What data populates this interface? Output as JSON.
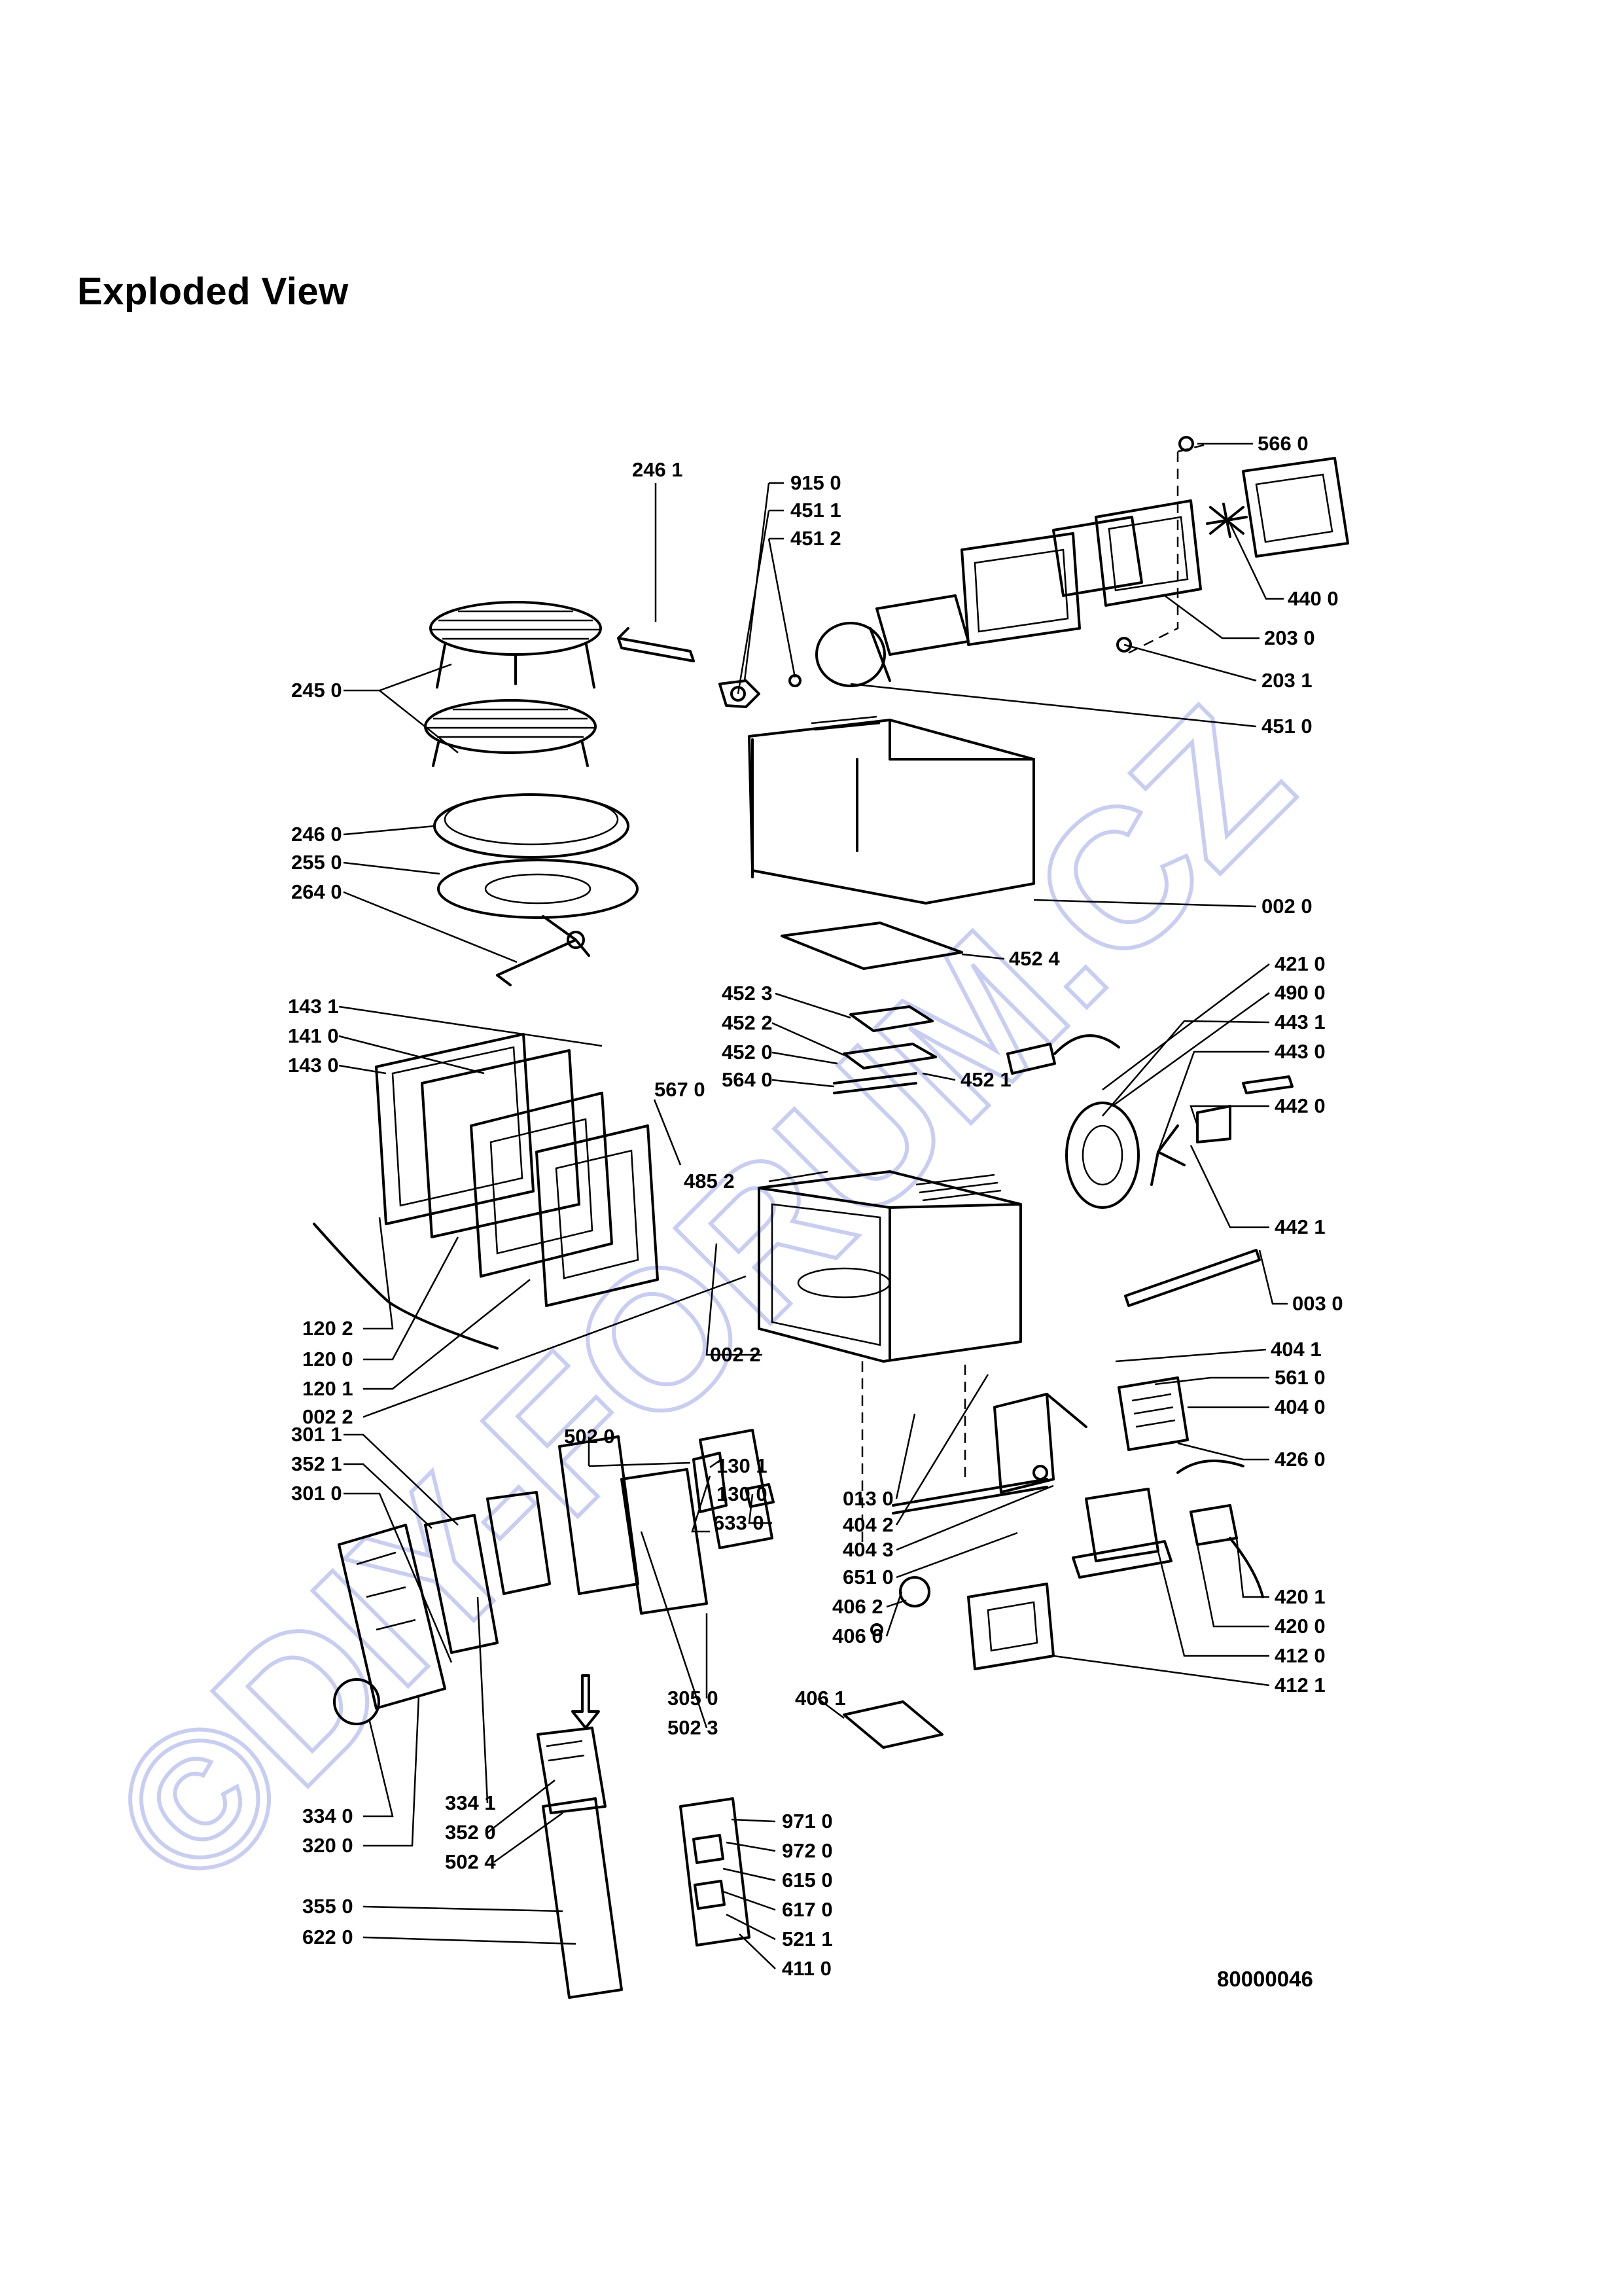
{
  "document": {
    "title": "Exploded View",
    "drawing_number": "80000046",
    "watermark": "©DIY-FORUM.CZ"
  },
  "callouts": [
    {
      "label": "246 1"
    },
    {
      "label": "915 0"
    },
    {
      "label": "451 1"
    },
    {
      "label": "451 2"
    },
    {
      "label": "566 0"
    },
    {
      "label": "440 0"
    },
    {
      "label": "203 0"
    },
    {
      "label": "203 1"
    },
    {
      "label": "451 0"
    },
    {
      "label": "245 0"
    },
    {
      "label": "246 0"
    },
    {
      "label": "255 0"
    },
    {
      "label": "264 0"
    },
    {
      "label": "002 0"
    },
    {
      "label": "452 4"
    },
    {
      "label": "421 0"
    },
    {
      "label": "490 0"
    },
    {
      "label": "443 1"
    },
    {
      "label": "443 0"
    },
    {
      "label": "442 0"
    },
    {
      "label": "442 1"
    },
    {
      "label": "143 1"
    },
    {
      "label": "141 0"
    },
    {
      "label": "143 0"
    },
    {
      "label": "452 3"
    },
    {
      "label": "452 2"
    },
    {
      "label": "452 0"
    },
    {
      "label": "452 1"
    },
    {
      "label": "564 0"
    },
    {
      "label": "567 0"
    },
    {
      "label": "485 2"
    },
    {
      "label": "003 0"
    },
    {
      "label": "120 2"
    },
    {
      "label": "120 0"
    },
    {
      "label": "120 1"
    },
    {
      "label": "002 2"
    },
    {
      "label": "002 2"
    },
    {
      "label": "404 1"
    },
    {
      "label": "561 0"
    },
    {
      "label": "404 0"
    },
    {
      "label": "502 0"
    },
    {
      "label": "130 1"
    },
    {
      "label": "130 0"
    },
    {
      "label": "633 0"
    },
    {
      "label": "301 1"
    },
    {
      "label": "352 1"
    },
    {
      "label": "301 0"
    },
    {
      "label": "013 0"
    },
    {
      "label": "404 2"
    },
    {
      "label": "404 3"
    },
    {
      "label": "426 0"
    },
    {
      "label": "651 0"
    },
    {
      "label": "406 2"
    },
    {
      "label": "406 0"
    },
    {
      "label": "420 1"
    },
    {
      "label": "420 0"
    },
    {
      "label": "412 0"
    },
    {
      "label": "412 1"
    },
    {
      "label": "406 1"
    },
    {
      "label": "305 0"
    },
    {
      "label": "502 3"
    },
    {
      "label": "334 0"
    },
    {
      "label": "334 1"
    },
    {
      "label": "320 0"
    },
    {
      "label": "352 0"
    },
    {
      "label": "502 4"
    },
    {
      "label": "971 0"
    },
    {
      "label": "972 0"
    },
    {
      "label": "615 0"
    },
    {
      "label": "355 0"
    },
    {
      "label": "617 0"
    },
    {
      "label": "622 0"
    },
    {
      "label": "521 1"
    },
    {
      "label": "411 0"
    }
  ]
}
